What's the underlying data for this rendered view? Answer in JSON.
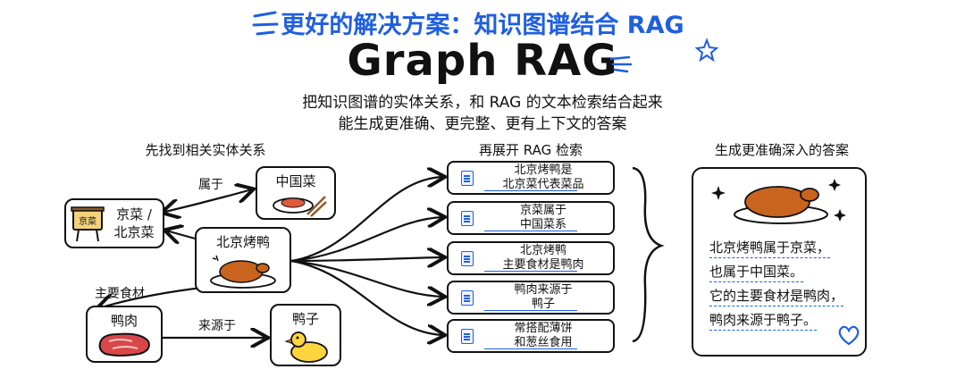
{
  "header": {
    "subtitle": "更好的解决方案：知识图谱结合 RAG",
    "title": "Graph RAG",
    "desc_line1": "把知识图谱的实体关系，和 RAG 的文本检索结合起来",
    "desc_line2": "能生成更准确、更完整、更有上下文的答案"
  },
  "columns": {
    "left": "先找到相关实体关系",
    "middle": "再展开 RAG 检索",
    "right": "生成更准确深入的答案"
  },
  "graph": {
    "nodes": {
      "beijing_cuisine": "京菜 /\n北京菜",
      "chinese_cuisine": "中国菜",
      "peking_duck": "北京烤鸭",
      "duck_meat": "鸭肉",
      "duck": "鸭子"
    },
    "edges": {
      "belongs_to": "属于",
      "main_ingredient": "主要食材",
      "comes_from": "来源于"
    },
    "sign_text": "京菜"
  },
  "chunks": [
    {
      "line1": "北京烤鸭是",
      "line2": "北京菜代表菜品"
    },
    {
      "line1": "京菜属于",
      "line2": "中国菜系"
    },
    {
      "line1": "北京烤鸭",
      "line2": "主要食材是鸭肉"
    },
    {
      "line1": "鸭肉来源于",
      "line2": "鸭子"
    },
    {
      "line1": "常搭配薄饼",
      "line2": "和葱丝食用"
    }
  ],
  "answer": {
    "lines": [
      "北京烤鸭属于京菜，",
      "也属于中国菜。",
      "它的主要食材是鸭肉，",
      "鸭肉来源于鸭子。"
    ]
  },
  "colors": {
    "accent": "#1f5fe0",
    "ink": "#111111",
    "duck": "#c8641e",
    "duckling": "#ffd53d"
  }
}
